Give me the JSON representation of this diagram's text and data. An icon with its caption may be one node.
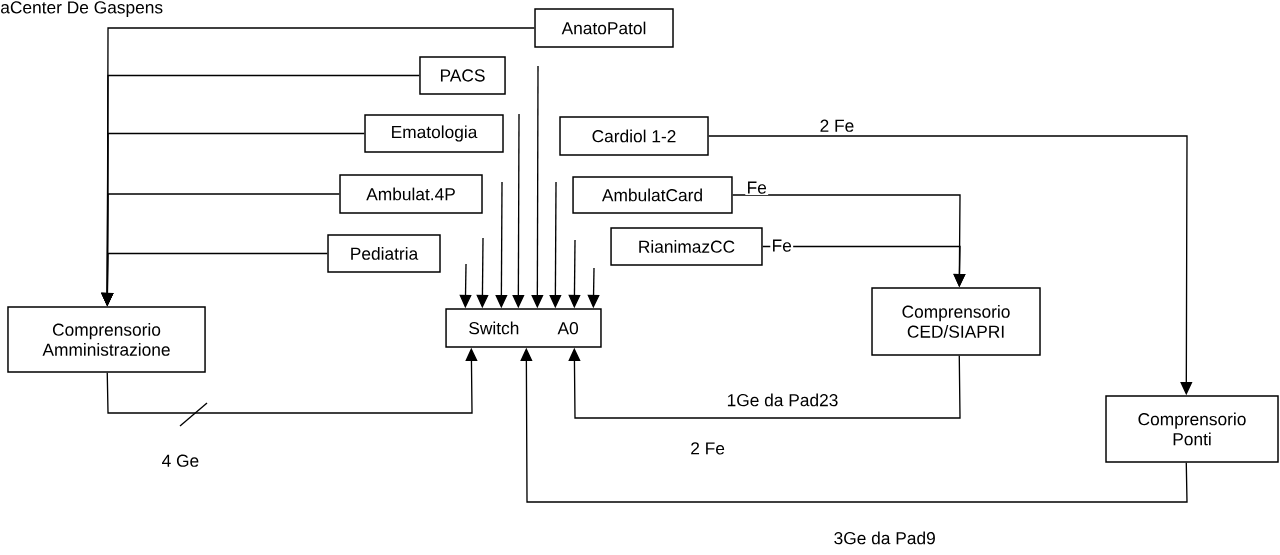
{
  "diagram": {
    "nodes": [
      {
        "text": [
          "AnatoPatol"
        ]
      },
      {
        "text": [
          "PACS"
        ]
      },
      {
        "text": [
          "Ematologia"
        ]
      },
      {
        "text": [
          "Cardiol 1-2"
        ]
      },
      {
        "text": [
          "Ambulat.4P"
        ]
      },
      {
        "text": [
          "AmbulatCard"
        ]
      },
      {
        "text": [
          "Pediatria"
        ]
      },
      {
        "text": [
          "RianimazCC"
        ]
      },
      {
        "text": [
          "Comprensorio Amministrazione"
        ]
      },
      {
        "text": [
          "Switch",
          "A0"
        ]
      },
      {
        "text": [
          "Comprensorio CED/SIAPRI"
        ]
      },
      {
        "text": [
          "Comprensorio Ponti"
        ]
      }
    ],
    "edges": [
      {
        "from": 0,
        "to": 8,
        "arrow": "to"
      },
      {
        "from": 1,
        "to": 8,
        "arrow": "to"
      },
      {
        "from": 2,
        "to": 8,
        "arrow": "to"
      },
      {
        "from": 4,
        "to": 8,
        "arrow": "to"
      },
      {
        "from": 6,
        "to": 8,
        "arrow": "to"
      },
      {
        "from": 3,
        "to": 11,
        "arrow": "to",
        "label": "2 Fe"
      },
      {
        "from": 5,
        "to": 10,
        "arrow": "to",
        "label": "Fe"
      },
      {
        "from": 7,
        "to": 10,
        "arrow": "to",
        "label": "Fe"
      },
      {
        "from": 10,
        "to": 9,
        "arrow": "to",
        "label": "1Ge da Pad23"
      },
      {
        "from": 11,
        "to": 9,
        "arrow": "to",
        "label": "3Ge da Pad9"
      },
      {
        "from": 8,
        "to": 9,
        "arrow": "to",
        "label": "4 Ge"
      },
      {
        "from": null,
        "to": 9,
        "arrow": "to"
      },
      {
        "from": null,
        "to": 9,
        "arrow": "to"
      },
      {
        "from": null,
        "to": 9,
        "arrow": "to"
      },
      {
        "from": null,
        "to": 9,
        "arrow": "to"
      },
      {
        "from": null,
        "to": 9,
        "arrow": "to"
      },
      {
        "from": null,
        "to": 9,
        "arrow": "to"
      },
      {
        "from": null,
        "to": 9,
        "arrow": "to"
      },
      {
        "from": null,
        "to": 9,
        "arrow": "to"
      }
    ],
    "labels": [
      "aCenter De Gaspens",
      "2 Fe"
    ]
  }
}
